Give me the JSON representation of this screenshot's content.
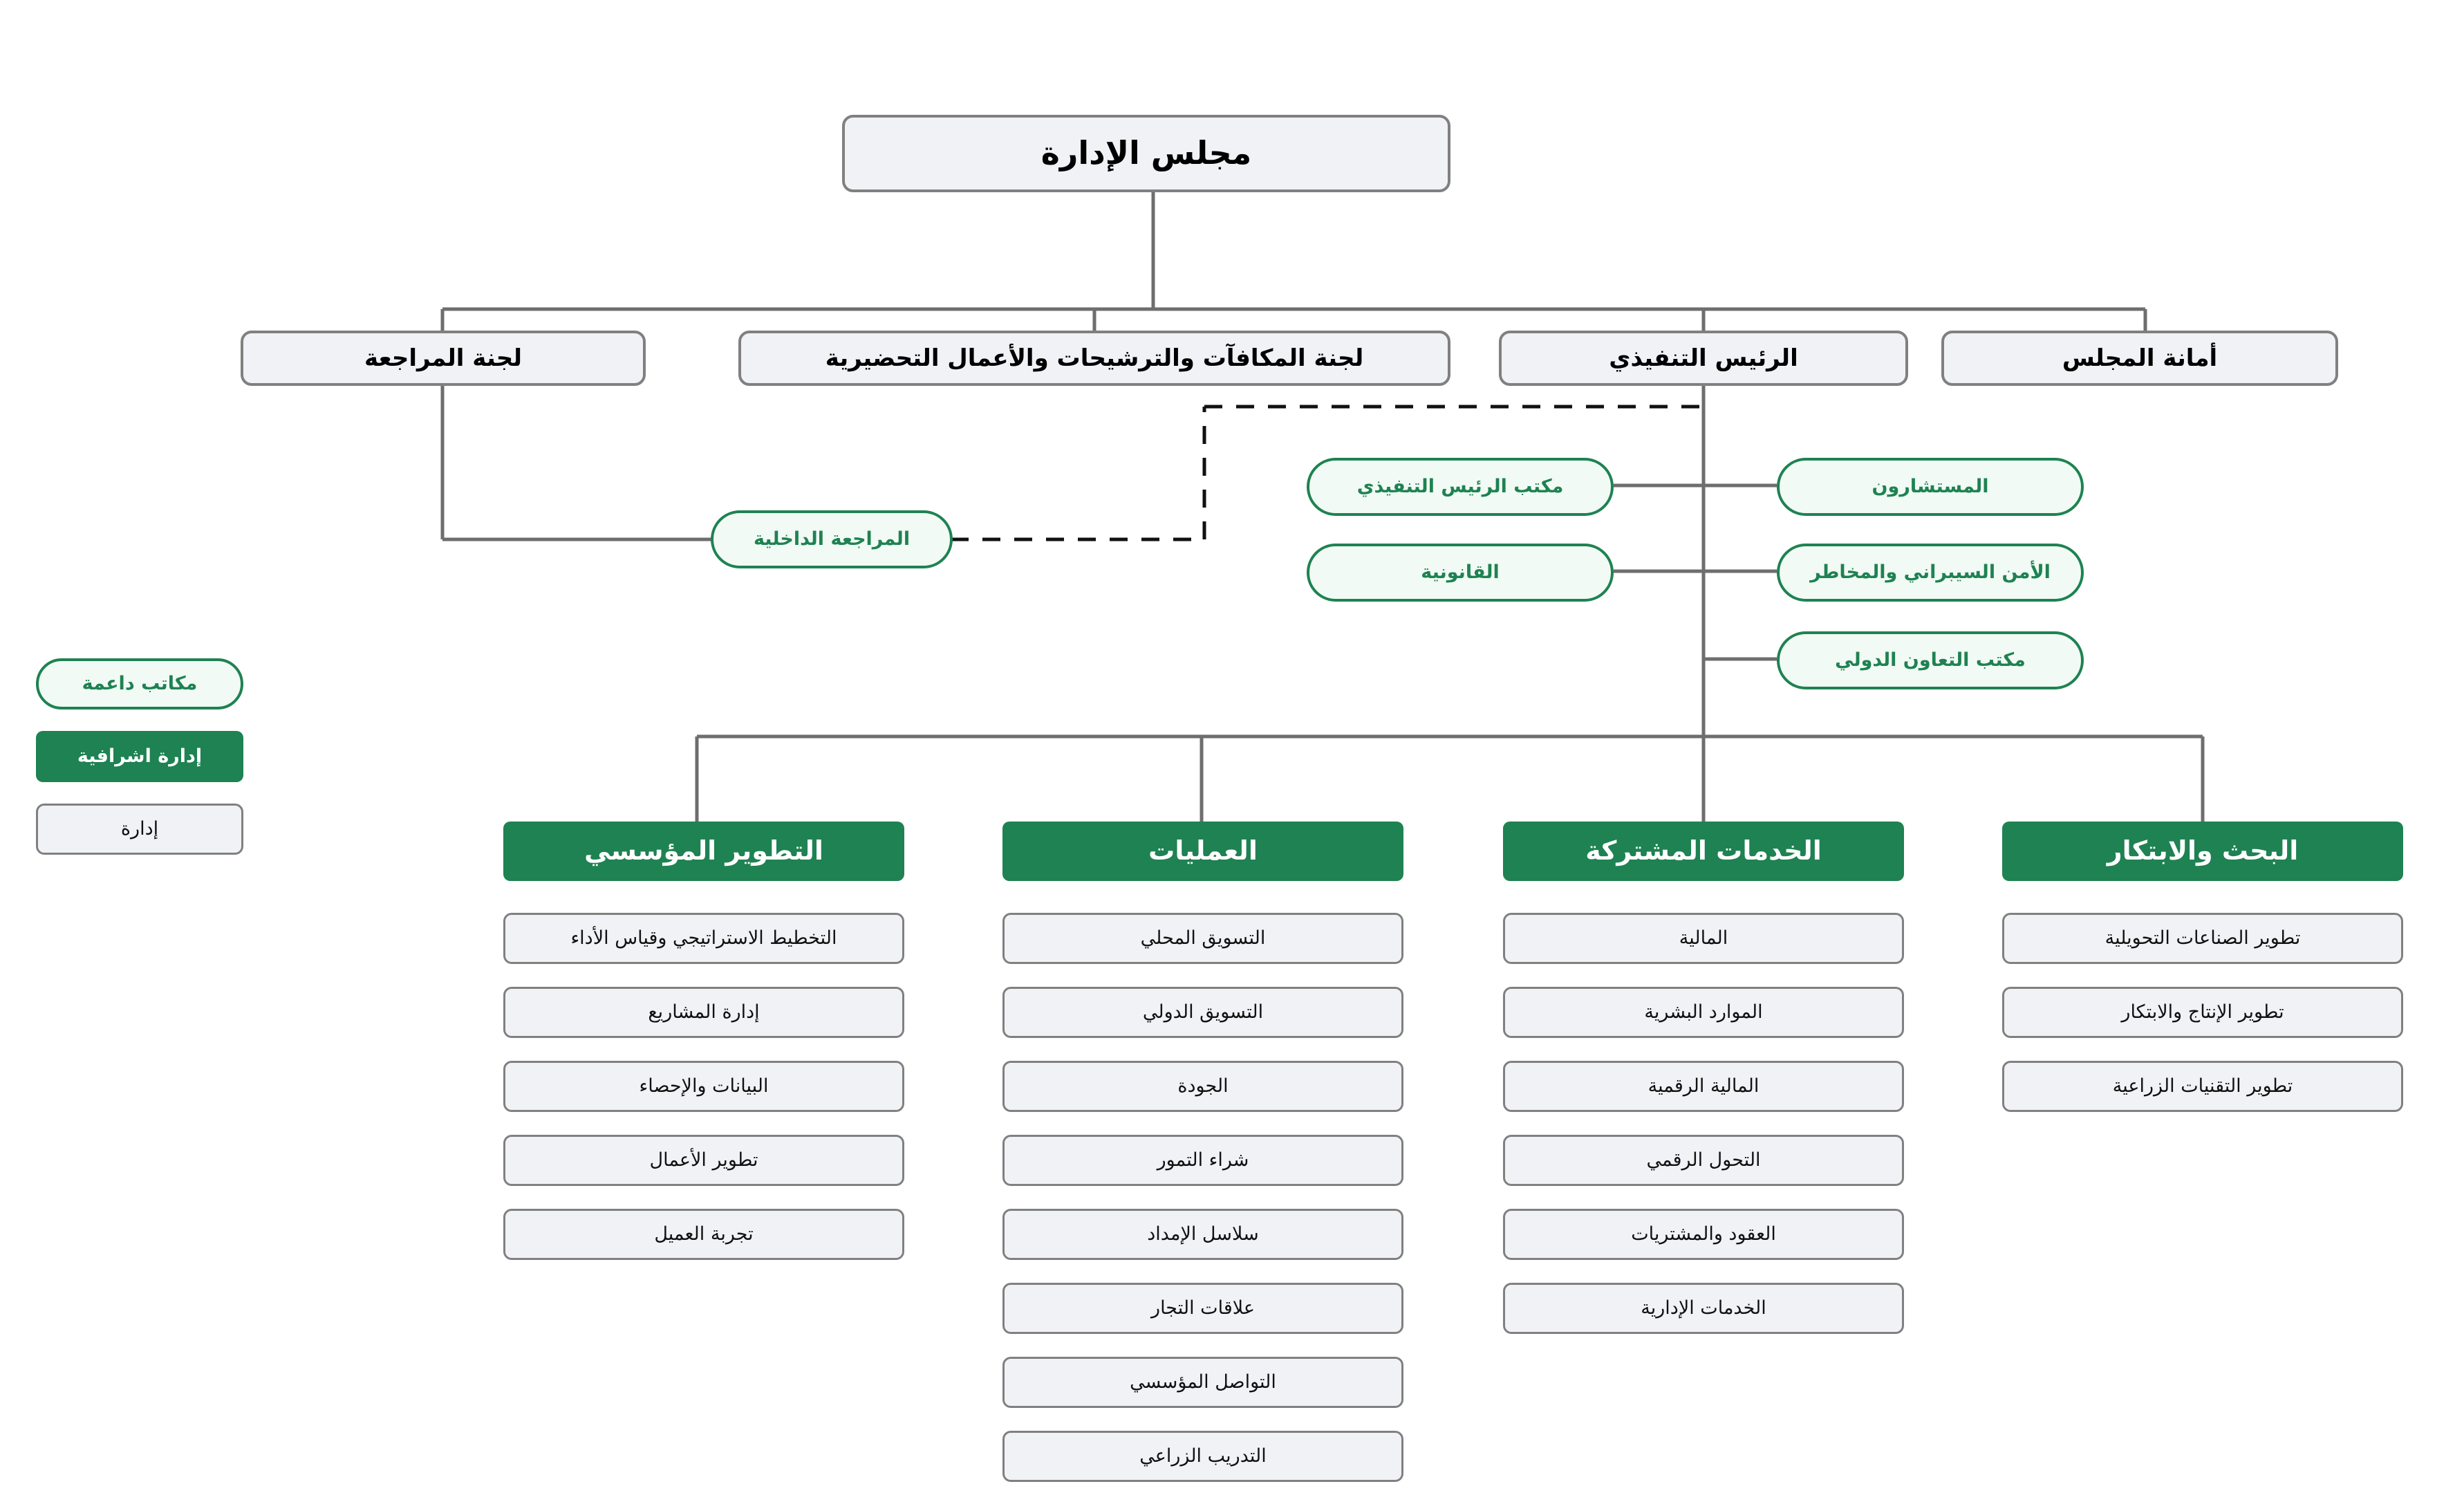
{
  "colors": {
    "brand_green": "#1E8252",
    "pill_fill": "#F1FAF4",
    "box_fill": "#F0F2F5",
    "box_border": "#808080",
    "line": "#6E6E6E"
  },
  "root": {
    "label": "مجلس الإدارة"
  },
  "committees": [
    {
      "label": "لجنة المراجعة"
    },
    {
      "label": "لجنة المكافآت والترشيحات والأعمال التحضيرية"
    },
    {
      "label": "الرئيس التنفيذي"
    },
    {
      "label": "أمانة المجلس"
    }
  ],
  "support_offices": {
    "internal_audit": {
      "label": "المراجعة الداخلية"
    },
    "ceo_left": [
      {
        "label": "مكتب الرئيس التنفيذي"
      },
      {
        "label": "القانونية"
      }
    ],
    "ceo_right": [
      {
        "label": "المستشارون"
      },
      {
        "label": "الأمن السيبراني والمخاطر"
      },
      {
        "label": "مكتب التعاون الدولي"
      }
    ]
  },
  "legend": [
    {
      "label": "مكاتب داعمة",
      "style": "pill"
    },
    {
      "label": "إدارة اشرافية",
      "style": "green"
    },
    {
      "label": "إدارة",
      "style": "gray"
    }
  ],
  "departments": [
    {
      "label": "التطوير المؤسسي",
      "units": [
        {
          "label": "التخطيط الاستراتيجي وقياس الأداء"
        },
        {
          "label": "إدارة المشاريع"
        },
        {
          "label": "البيانات والإحصاء"
        },
        {
          "label": "تطوير الأعمال"
        },
        {
          "label": "تجربة العميل"
        }
      ]
    },
    {
      "label": "العمليات",
      "units": [
        {
          "label": "التسويق المحلي"
        },
        {
          "label": "التسويق الدولي"
        },
        {
          "label": "الجودة"
        },
        {
          "label": "شراء التمور"
        },
        {
          "label": "سلاسل الإمداد"
        },
        {
          "label": "علاقات التجار"
        },
        {
          "label": "التواصل المؤسسي"
        },
        {
          "label": "التدريب الزراعي"
        }
      ]
    },
    {
      "label": "الخدمات المشتركة",
      "units": [
        {
          "label": "المالية"
        },
        {
          "label": "الموارد البشرية"
        },
        {
          "label": "المالية الرقمية"
        },
        {
          "label": "التحول الرقمي"
        },
        {
          "label": "العقود والمشتريات"
        },
        {
          "label": "الخدمات الإدارية"
        }
      ]
    },
    {
      "label": "البحث والابتكار",
      "units": [
        {
          "label": "تطوير الصناعات التحويلية"
        },
        {
          "label": "تطوير الإنتاج والابتكار"
        },
        {
          "label": "تطوير التقنيات الزراعية"
        }
      ]
    }
  ]
}
